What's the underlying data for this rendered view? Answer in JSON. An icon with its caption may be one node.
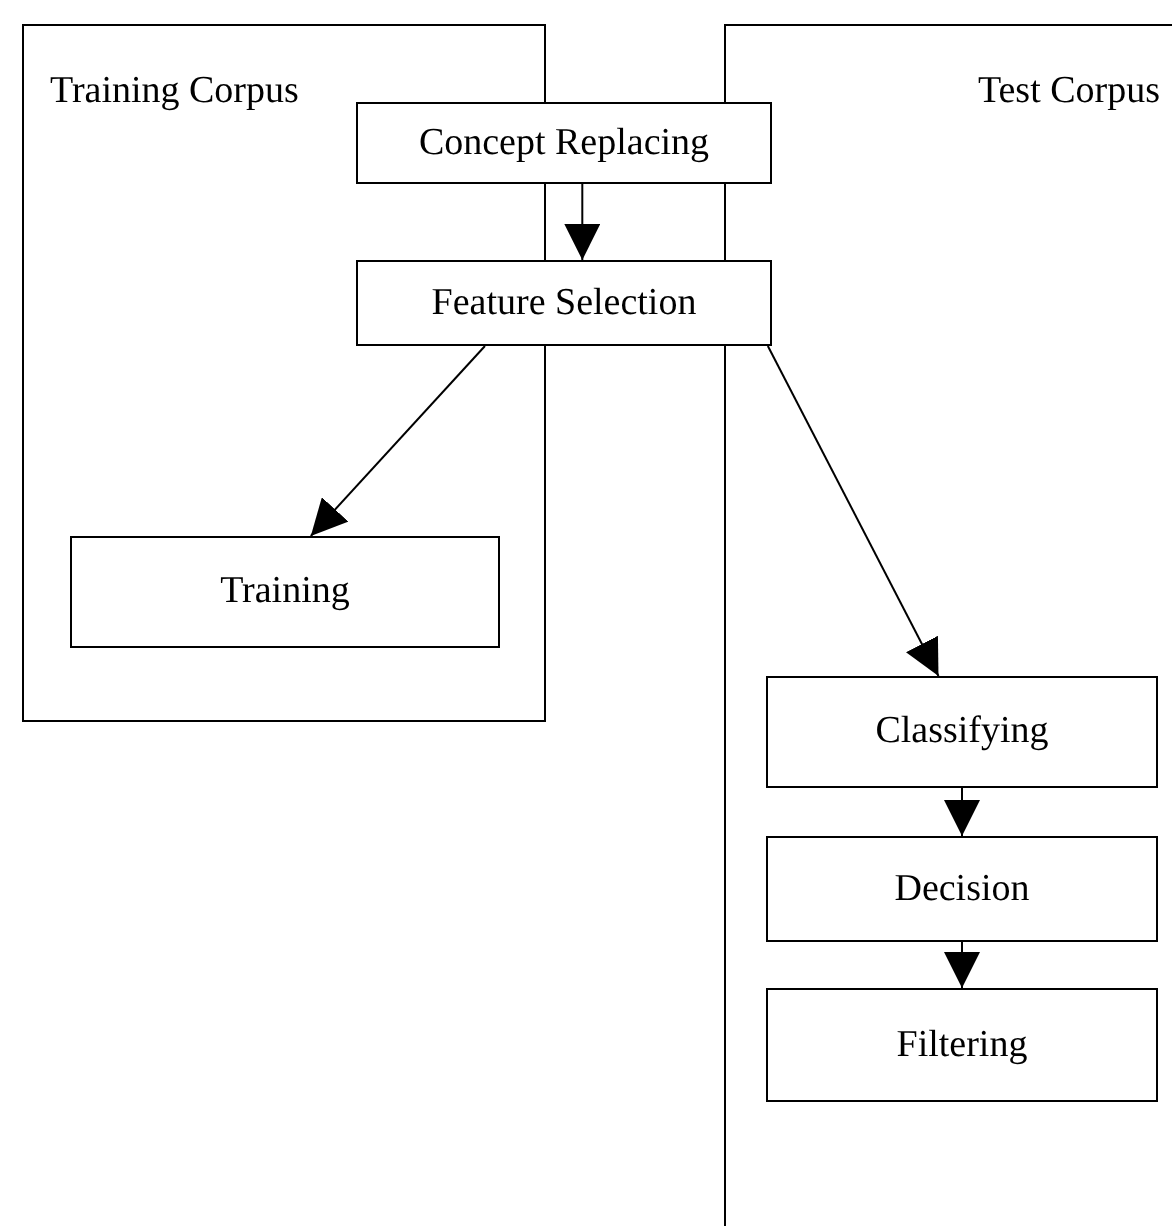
{
  "diagram": {
    "nodes": [
      {
        "text": [
          "Training Corpus"
        ]
      },
      {
        "text": [
          "Test Corpus"
        ]
      },
      {
        "text": [
          "Concept Replacing"
        ]
      },
      {
        "text": [
          "Feature Selection"
        ]
      },
      {
        "text": [
          "Training"
        ],
        "in": 0
      },
      {
        "text": [
          "Classifying"
        ],
        "in": 1
      },
      {
        "text": [
          "Decision"
        ],
        "in": 1
      },
      {
        "text": [
          "Filtering"
        ],
        "in": 1
      }
    ],
    "edges": [
      {
        "from": 2,
        "to": 3,
        "arrow": "to"
      },
      {
        "from": 3,
        "to": 4,
        "arrow": "to"
      },
      {
        "from": 3,
        "to": 5,
        "arrow": "to"
      },
      {
        "from": 5,
        "to": 6,
        "arrow": "to"
      },
      {
        "from": 6,
        "to": 7,
        "arrow": "to"
      }
    ]
  }
}
